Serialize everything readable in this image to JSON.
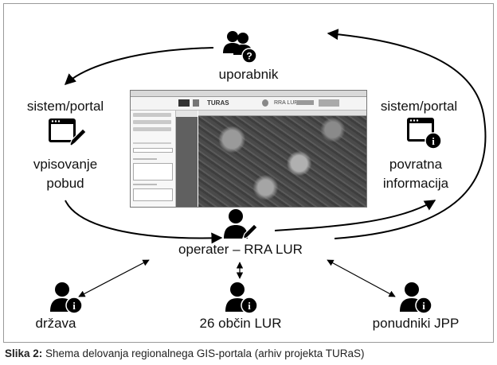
{
  "diagram": {
    "nodes": {
      "user": "uporabnik",
      "portal_left_title": "sistem/portal",
      "portal_left_action": "vpisovanje\npobud",
      "portal_right_title": "sistem/portal",
      "portal_right_action": "povratna\ninformacija",
      "operator": "operater – RRA LUR",
      "state": "država",
      "municipalities": "26 občin LUR",
      "providers": "ponudniki JPP"
    },
    "screenshot": {
      "logo_text": "TURAS",
      "rra_text": "RRA LUR"
    }
  },
  "caption": {
    "label": "Slika 2:",
    "text": " Shema delovanja regionalnega GIS-portala (arhiv projekta TURaS)"
  },
  "colors": {
    "icon": "#000000",
    "frame": "#9a9a9a",
    "arrow": "#000000"
  }
}
